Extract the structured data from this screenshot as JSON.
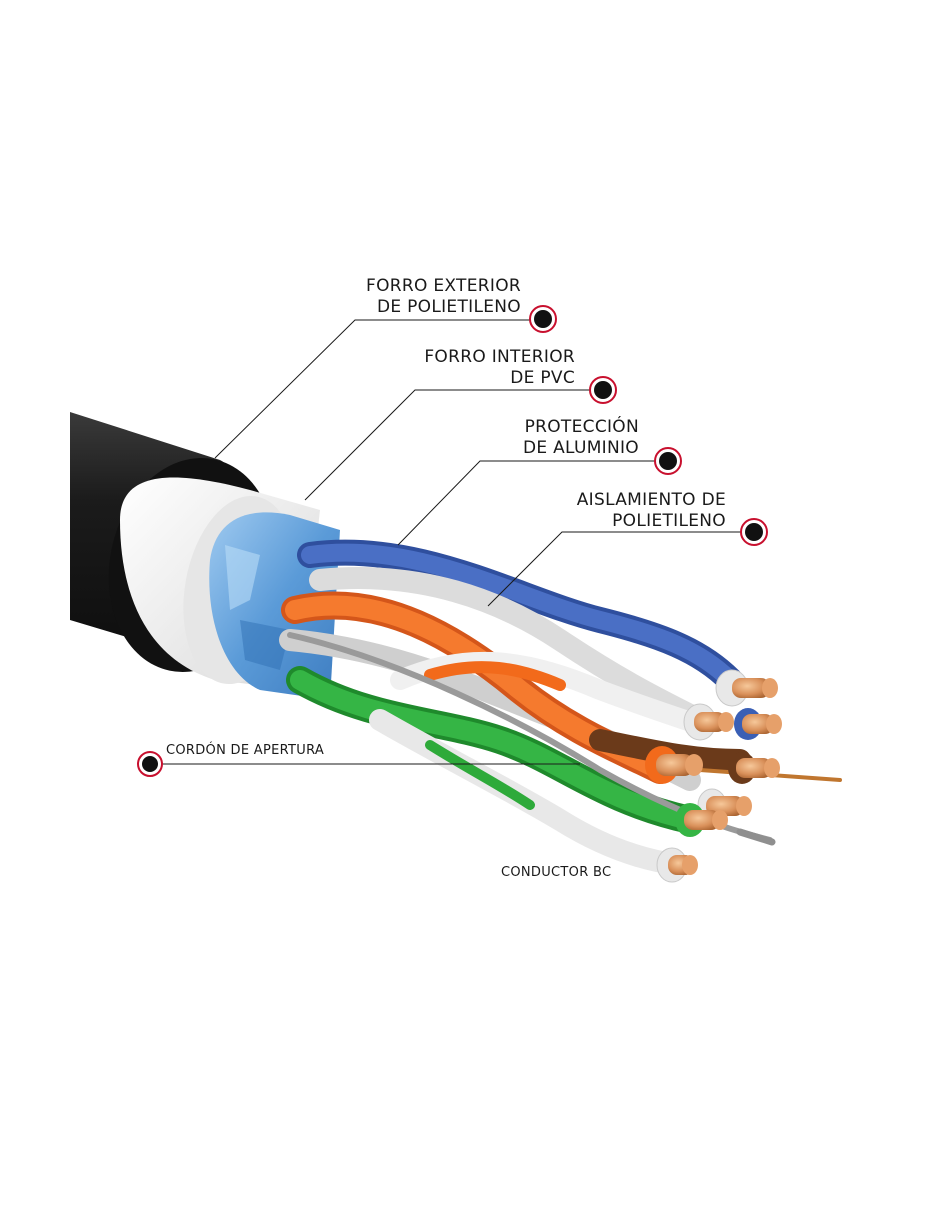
{
  "labels": {
    "outer_jacket": {
      "line1": "FORRO EXTERIOR",
      "line2": "DE POLIETILENO"
    },
    "inner_jacket": {
      "line1": "FORRO INTERIOR",
      "line2": "DE PVC"
    },
    "foil_shield": {
      "line1": "PROTECCIÓN",
      "line2": "DE ALUMINIO"
    },
    "insulation": {
      "line1": "AISLAMIENTO DE",
      "line2": "POLIETILENO"
    },
    "ripcord": {
      "text": "CORDÓN DE APERTURA"
    },
    "conductor": {
      "text": "CONDUCTOR BC"
    }
  },
  "colors": {
    "marker_ring": "#c8102e",
    "marker_dot": "#111111",
    "leader_line": "#1a1a1a",
    "outer_jacket": "#1b1b1b",
    "inner_jacket": "#f2f2f2",
    "foil": "#6aa8df",
    "orange": "#f26a1b",
    "blue": "#3a5fb5",
    "green": "#2eaa3a",
    "white_wire": "#eeeeee",
    "copper": "#d9905a"
  }
}
